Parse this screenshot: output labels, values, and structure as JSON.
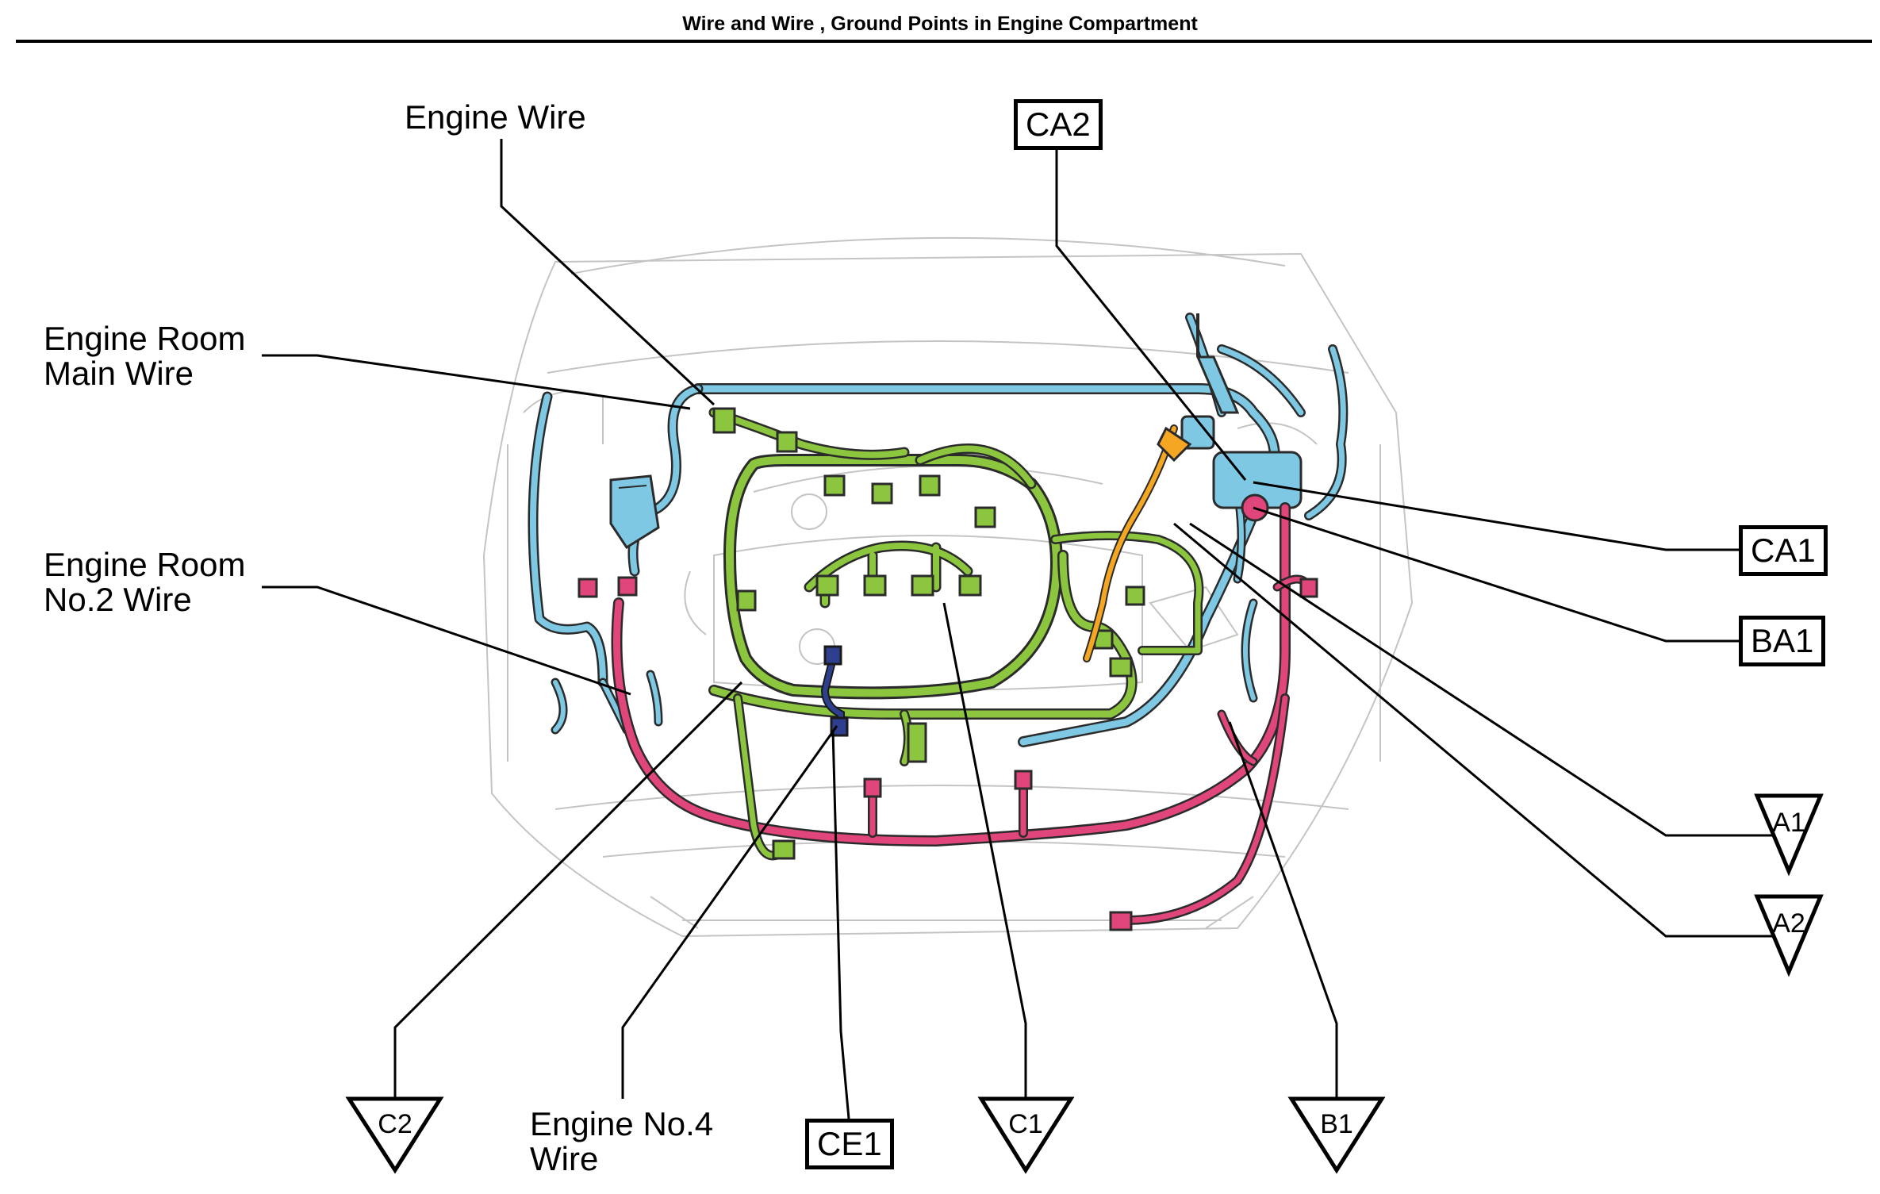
{
  "header": {
    "title": "Wire and Wire , Ground Points in Engine Compartment"
  },
  "wire_labels": {
    "engine_wire": "Engine Wire",
    "engine_room_main_wire_line1": "Engine Room",
    "engine_room_main_wire_line2": "Main Wire",
    "engine_room_no2_wire_line1": "Engine Room",
    "engine_room_no2_wire_line2": "No.2 Wire",
    "engine_no4_wire_line1": "Engine No.4",
    "engine_no4_wire_line2": "Wire"
  },
  "box_labels": {
    "ca2": "CA2",
    "ca1": "CA1",
    "ba1": "BA1",
    "ce1": "CE1"
  },
  "ground_points": {
    "a1": "A1",
    "a2": "A2",
    "c2": "C2",
    "c1": "C1",
    "b1": "B1"
  },
  "colors": {
    "engine_wire": "#8cc63f",
    "engine_room_main_wire": "#7ec8e3",
    "engine_room_no2_wire": "#e0457b",
    "engine_no4_wire": "#2e3f8f",
    "accent_orange": "#f5a623",
    "outline": "#000000",
    "car_outline": "#bdbdbd"
  }
}
